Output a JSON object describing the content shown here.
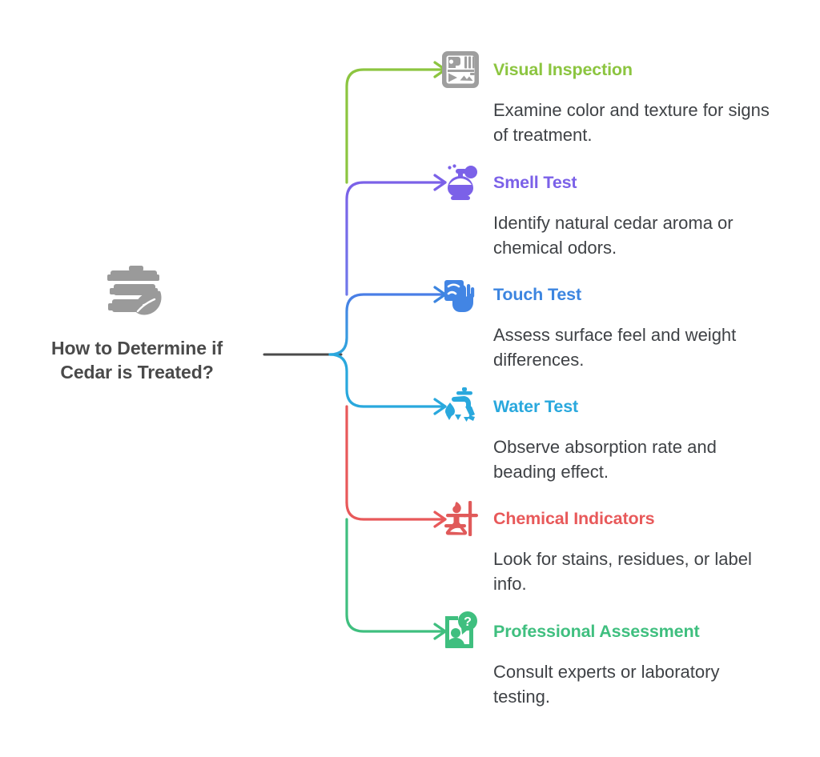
{
  "diagram": {
    "type": "mind-map",
    "background": "#ffffff",
    "root": {
      "title": "How to Determine if\nCedar is Treated?",
      "icon": "stacked-wood-planks-leaf-icon",
      "text_color": "#4a4a4a",
      "icon_color": "#9a9a9a",
      "connector_color": "#4a4a4a"
    },
    "branches": [
      {
        "title": "Visual Inspection",
        "description": "Examine color and texture for signs of treatment.",
        "color": "#8cc540",
        "icon": "wood-grain-square-icon",
        "icon_color": "#9e9e9e"
      },
      {
        "title": "Smell Test",
        "description": "Identify natural cedar aroma or chemical odors.",
        "color": "#7b61e8",
        "icon": "perfume-atomizer-icon",
        "icon_color": "#7b61e8"
      },
      {
        "title": "Touch Test",
        "description": "Assess surface feel and weight differences.",
        "color": "#3c85e0",
        "icon": "hand-touch-icon",
        "icon_color": "#4285e4"
      },
      {
        "title": "Water Test",
        "description": "Observe absorption rate and beading effect.",
        "color": "#29a8dd",
        "icon": "watering-figure-droplets-icon",
        "icon_color": "#29a8dd"
      },
      {
        "title": "Chemical Indicators",
        "description": "Look for stains, residues, or label info.",
        "color": "#e8595a",
        "icon": "burner-flask-icon",
        "icon_color": "#e05a5a"
      },
      {
        "title": "Professional Assessment",
        "description": "Consult experts or laboratory testing.",
        "color": "#3fbf7f",
        "icon": "person-question-board-icon",
        "icon_color": "#3fbf7f"
      }
    ]
  }
}
